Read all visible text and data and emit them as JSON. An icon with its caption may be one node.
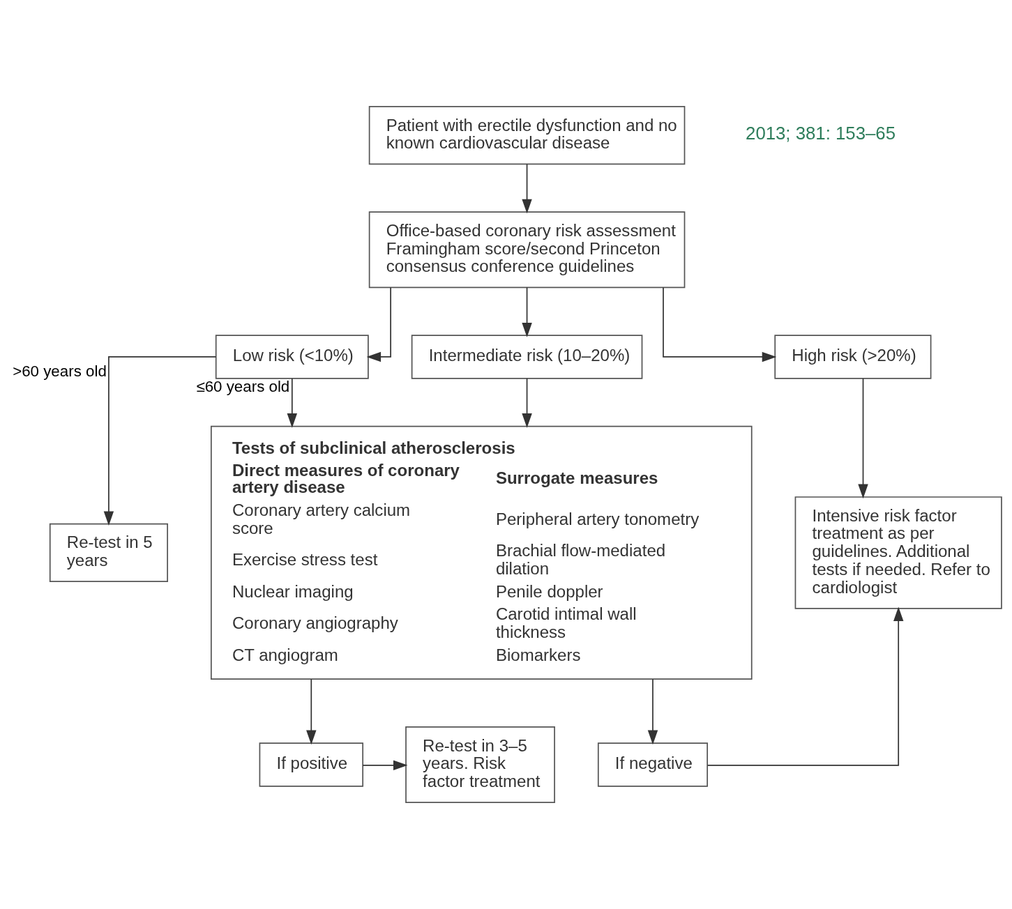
{
  "diagram": {
    "nodes": [
      {
        "text": [
          "Patient with erectile dysfunction and no known cardiovascular disease"
        ]
      },
      {
        "text": [
          "Office-based coronary risk assessment Framingham score/second Princeton consensus conference guidelines"
        ]
      },
      {
        "text": [
          "Low risk (<10%)"
        ]
      },
      {
        "text": [
          "Intermediate risk (10–20%)"
        ]
      },
      {
        "text": [
          "High risk (>20%)"
        ]
      },
      {
        "text": [
          "Re-test in 5 years"
        ]
      },
      {
        "text": [
          "Tests of subclinical atherosclerosis",
          "Direct measures of coronary artery disease",
          "Coronary artery calcium score",
          "Exercise stress test",
          "Nuclear imaging",
          "Coronary angiography",
          "CT angiogram",
          "Surrogate measures",
          "Peripheral artery tonometry",
          "Brachial flow-mediated dilation",
          "Penile doppler",
          "Carotid intimal wall thickness",
          "Biomarkers"
        ]
      },
      {
        "text": [
          "Intensive risk factor treatment as per guidelines. Additional tests if needed. Refer to cardiologist"
        ]
      },
      {
        "text": [
          "If positive"
        ]
      },
      {
        "text": [
          "If negative"
        ]
      },
      {
        "text": [
          "Re-test in 3–5 years. Risk factor treatment"
        ]
      }
    ],
    "edges": [
      {
        "from": 0,
        "to": 1,
        "arrow": "to"
      },
      {
        "from": 1,
        "to": 2,
        "arrow": "to"
      },
      {
        "from": 1,
        "to": 3,
        "arrow": "to"
      },
      {
        "from": 1,
        "to": 4,
        "arrow": "to"
      },
      {
        "from": 2,
        "to": 5,
        "arrow": "to",
        "label": ">60 years old"
      },
      {
        "from": 2,
        "to": 6,
        "arrow": "to",
        "label": "≤60 years old"
      },
      {
        "from": 3,
        "to": 6,
        "arrow": "to"
      },
      {
        "from": 4,
        "to": 7,
        "arrow": "to"
      },
      {
        "from": 6,
        "to": 8,
        "arrow": "to"
      },
      {
        "from": 6,
        "to": 9,
        "arrow": "to"
      },
      {
        "from": 8,
        "to": 10,
        "arrow": "to"
      },
      {
        "from": 9,
        "to": 7,
        "arrow": "to"
      }
    ],
    "labels": [
      "2013; 381: 153–65"
    ]
  }
}
